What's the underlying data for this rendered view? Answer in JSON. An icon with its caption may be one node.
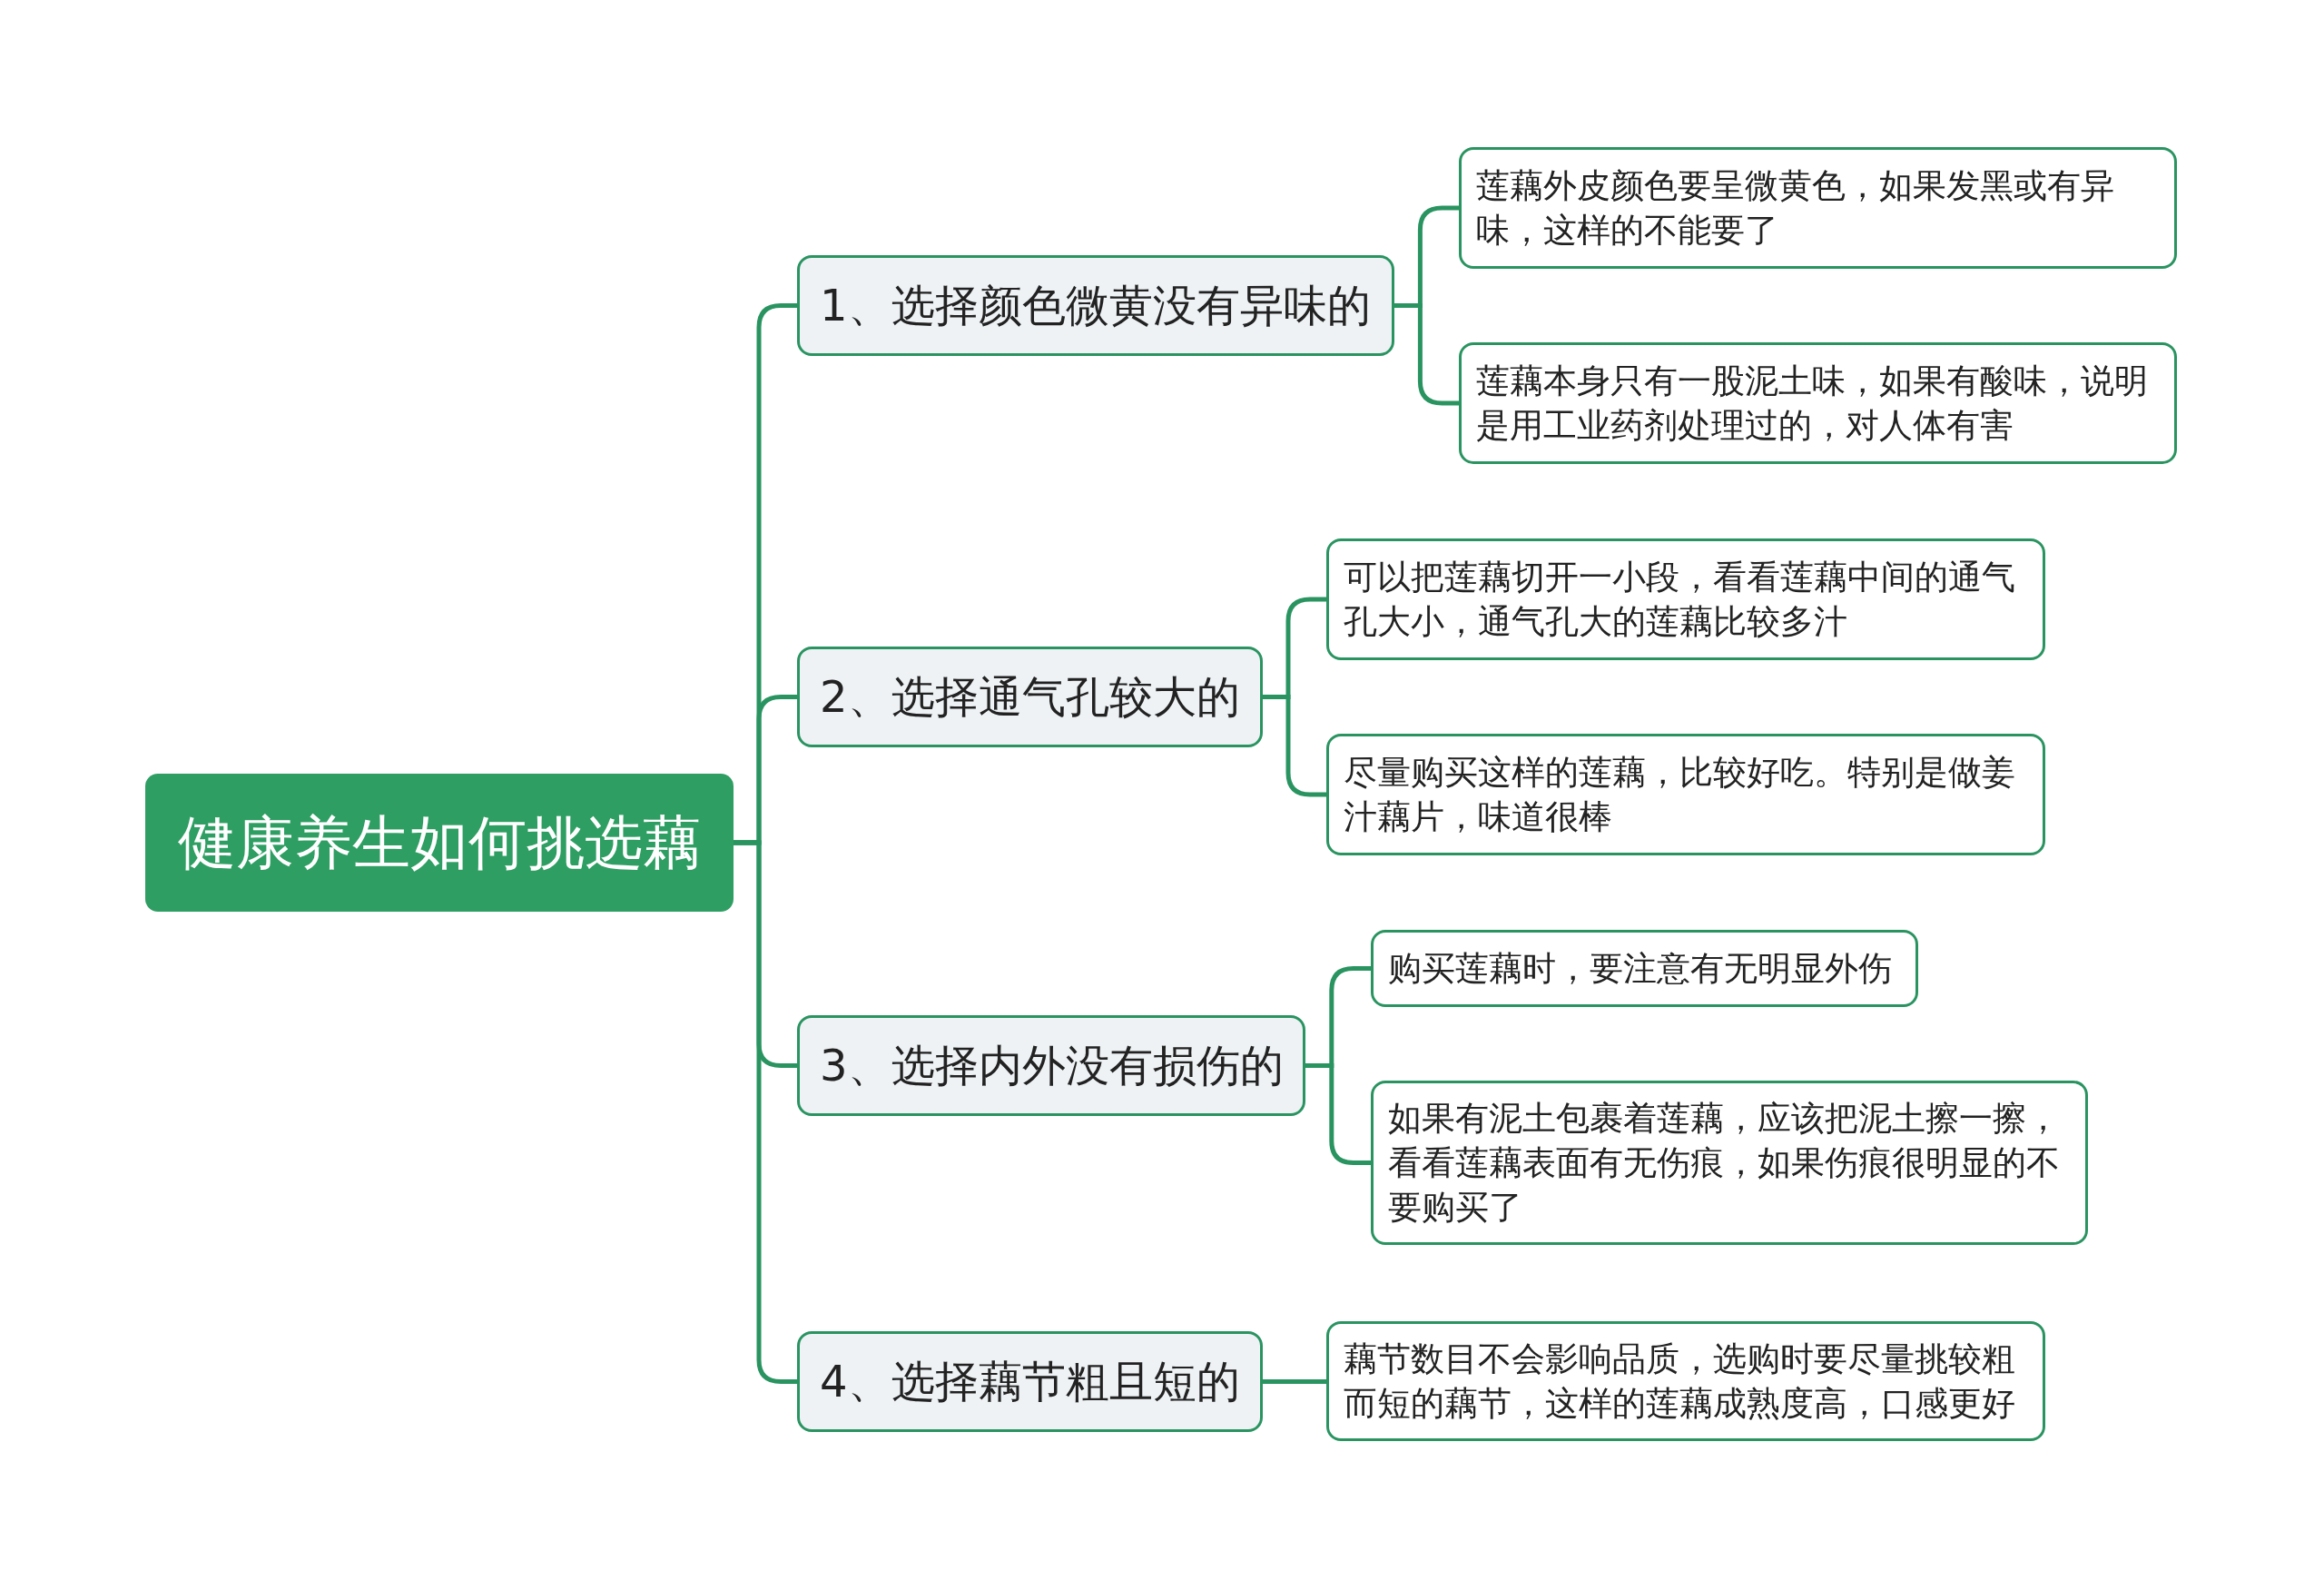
{
  "diagram": {
    "nodes": [
      {
        "text": [
          "健康养生如何挑选藕"
        ]
      },
      {
        "text": [
          "1、选择颜色微黄没有异味的"
        ]
      },
      {
        "text": [
          "莲藕外皮颜色要呈微黄色，如果发黑或有异味，这样的不能要了"
        ]
      },
      {
        "text": [
          "莲藕本身只有一股泥土味，如果有酸味，说明是用工业药剂处理过的，对人体有害"
        ]
      },
      {
        "text": [
          "2、选择通气孔较大的"
        ]
      },
      {
        "text": [
          "可以把莲藕切开一小段，看看莲藕中间的通气孔大小，通气孔大的莲藕比较多汁"
        ]
      },
      {
        "text": [
          "尽量购买这样的莲藕，比较好吃。特别是做姜汁藕片，味道很棒"
        ]
      },
      {
        "text": [
          "3、选择内外没有损伤的"
        ]
      },
      {
        "text": [
          "购买莲藕时，要注意有无明显外伤"
        ]
      },
      {
        "text": [
          "如果有泥土包裹着莲藕，应该把泥土擦一擦，看看莲藕表面有无伤痕，如果伤痕很明显的不要购买了"
        ]
      },
      {
        "text": [
          "4、选择藕节粗且短的"
        ]
      },
      {
        "text": [
          "藕节数目不会影响品质，选购时要尽量挑较粗而短的藕节，这样的莲藕成熟度高，口感更好"
        ]
      }
    ],
    "edges": [
      {
        "from": 0,
        "to": 1,
        "arrow": "none"
      },
      {
        "from": 0,
        "to": 4,
        "arrow": "none"
      },
      {
        "from": 0,
        "to": 7,
        "arrow": "none"
      },
      {
        "from": 0,
        "to": 10,
        "arrow": "none"
      },
      {
        "from": 1,
        "to": 2,
        "arrow": "none"
      },
      {
        "from": 1,
        "to": 3,
        "arrow": "none"
      },
      {
        "from": 4,
        "to": 5,
        "arrow": "none"
      },
      {
        "from": 4,
        "to": 6,
        "arrow": "none"
      },
      {
        "from": 7,
        "to": 8,
        "arrow": "none"
      },
      {
        "from": 7,
        "to": 9,
        "arrow": "none"
      },
      {
        "from": 10,
        "to": 11,
        "arrow": "none"
      }
    ]
  }
}
